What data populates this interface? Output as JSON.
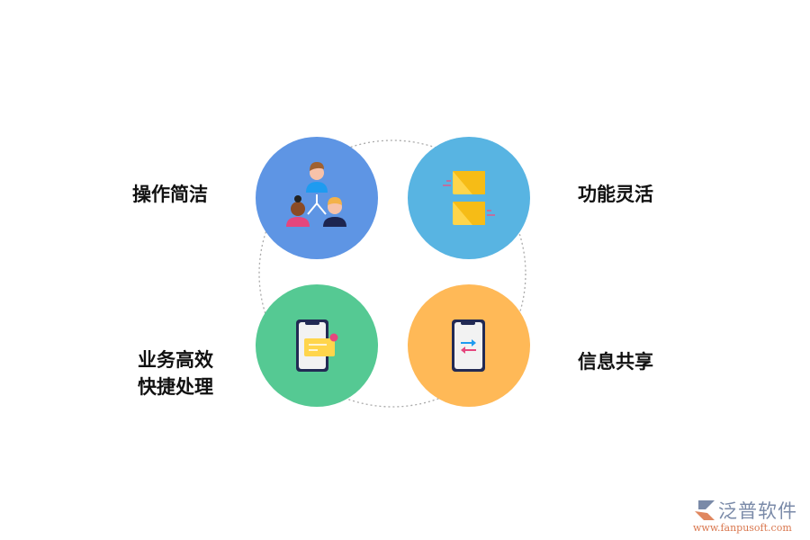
{
  "features": [
    {
      "label": "操作简洁",
      "color": "#5e95e4",
      "icon": "people-hierarchy-icon"
    },
    {
      "label": "功能灵活",
      "color": "#58b4e2",
      "icon": "envelopes-icon"
    },
    {
      "label_lines": [
        "业务高效",
        "快捷处理"
      ],
      "color": "#55c993",
      "icon": "phone-message-icon"
    },
    {
      "label": "信息共享",
      "color": "#ffb957",
      "icon": "phone-exchange-icon"
    }
  ],
  "logo": {
    "name": "泛普软件",
    "url": "www.fanpusoft.com"
  }
}
